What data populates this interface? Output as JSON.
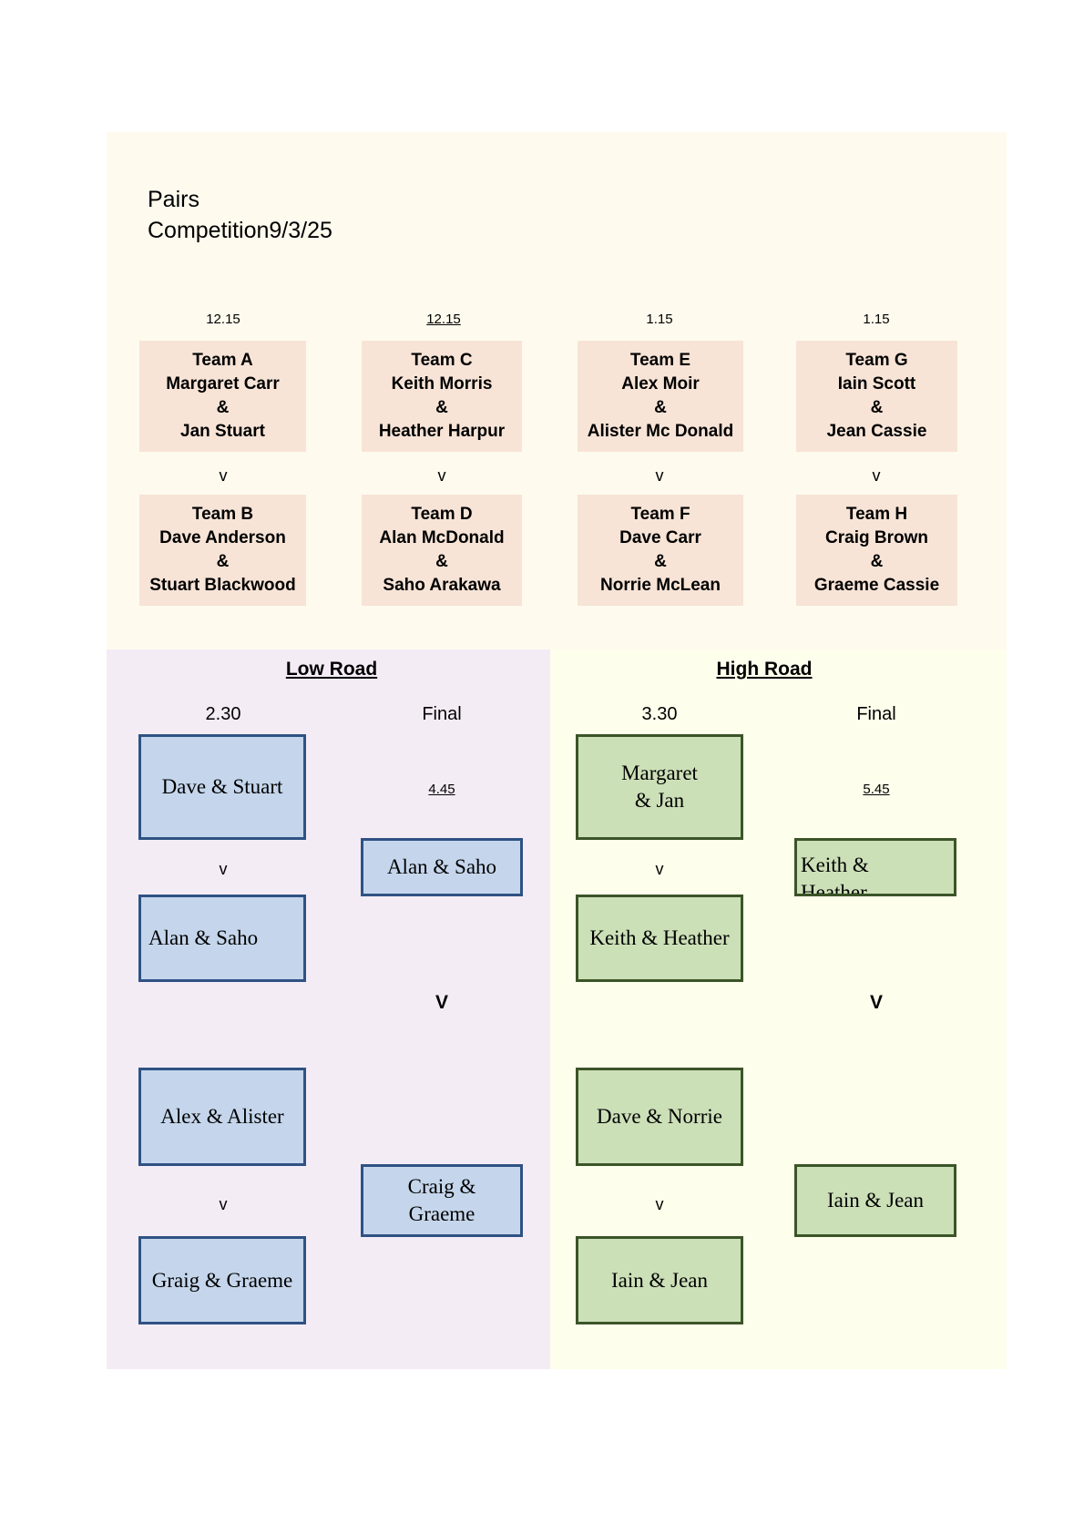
{
  "title": {
    "line1": "Pairs",
    "line2": "Competition9/3/25"
  },
  "round1": {
    "times": [
      "12.15",
      "12.15",
      "1.15",
      "1.15"
    ],
    "vs": "v",
    "matches": [
      {
        "home": {
          "team": "Team A",
          "player1": "Margaret Carr",
          "amp": "&",
          "player2": "Jan Stuart"
        },
        "away": {
          "team": "Team B",
          "player1": "Dave Anderson",
          "amp": "&",
          "player2": "Stuart Blackwood"
        }
      },
      {
        "home": {
          "team": "Team C",
          "player1": "Keith Morris",
          "amp": "&",
          "player2": "Heather Harpur"
        },
        "away": {
          "team": "Team D",
          "player1": "Alan McDonald",
          "amp": "&",
          "player2": "Saho Arakawa"
        }
      },
      {
        "home": {
          "team": "Team E",
          "player1": "Alex Moir",
          "amp": "&",
          "player2": "Alister Mc Donald"
        },
        "away": {
          "team": "Team F",
          "player1": "Dave Carr",
          "amp": "&",
          "player2": "Norrie McLean"
        }
      },
      {
        "home": {
          "team": "Team G",
          "player1": "Iain Scott",
          "amp": "&",
          "player2": "Jean Cassie"
        },
        "away": {
          "team": "Team H",
          "player1": "Craig Brown",
          "amp": "&",
          "player2": "Graeme Cassie"
        }
      }
    ]
  },
  "low_road": {
    "title": "Low Road",
    "semi_time": "2.30",
    "final_label": "Final",
    "final_time": "4.45",
    "vs": "v",
    "big_vs": "V",
    "semi1": {
      "top": "Dave & Stuart",
      "bottom": "Alan & Saho"
    },
    "semi2": {
      "top": "Alex & Alister",
      "bottom": "Graig & Graeme"
    },
    "finalist1": "Alan & Saho",
    "finalist2_line1": "Craig &",
    "finalist2_line2": "Graeme"
  },
  "high_road": {
    "title": "High Road",
    "semi_time": "3.30",
    "final_label": "Final",
    "final_time": "5.45",
    "vs": "v",
    "big_vs": "V",
    "semi1": {
      "top_line1": "Margaret",
      "top_line2": "& Jan",
      "bottom": "Keith & Heather"
    },
    "semi2": {
      "top": "Dave & Norrie",
      "bottom": "Iain & Jean"
    },
    "finalist1_line1": "Keith &",
    "finalist1_line2": "Heather",
    "finalist2": "Iain & Jean"
  },
  "colors": {
    "top_panel": "#fefaee",
    "team_box": "#f7e4d7",
    "low_panel": "#f4ecf5",
    "high_panel": "#fefeec",
    "blue_fill": "#c5d6ec",
    "blue_border": "#2f5283",
    "green_fill": "#cce0b8",
    "green_border": "#3b5428"
  }
}
